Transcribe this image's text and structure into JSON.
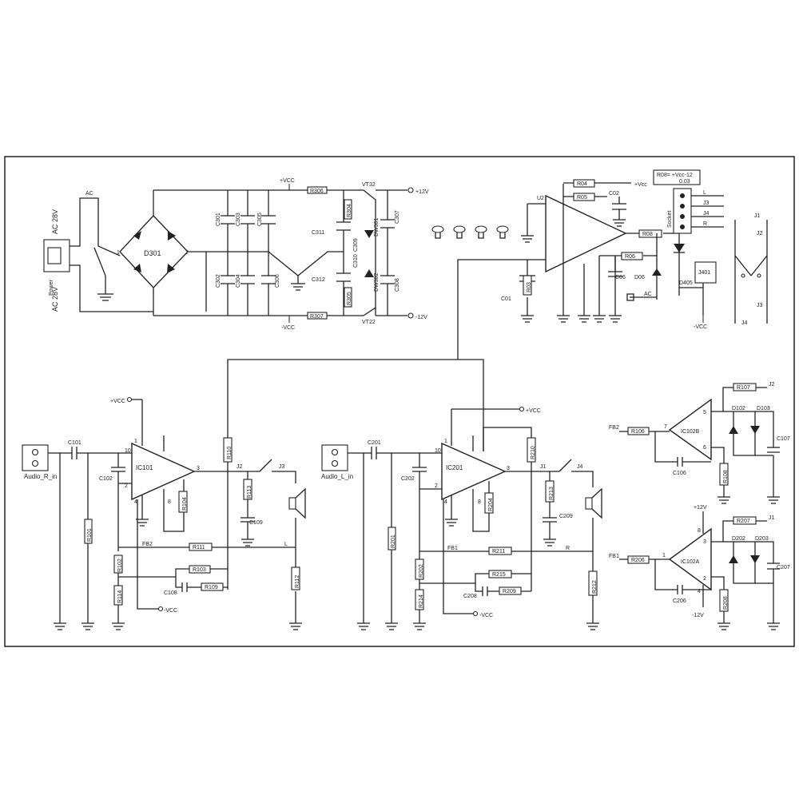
{
  "power": {
    "ac_top": "AC 28V",
    "ac_bottom": "AC 28V",
    "power_label": "Power",
    "ac": "AC",
    "bridge": "D301",
    "pin1": "1",
    "pin2": "2",
    "caps": [
      "C301",
      "C303",
      "C305",
      "C302",
      "C304",
      "C306"
    ],
    "vcc_pos": "+VCC",
    "vcc_neg": "-VCC",
    "r_pos": "R306",
    "r_neg": "R307",
    "trans_pos": "VT32",
    "trans_neg": "VT22",
    "out_pos": "+12V",
    "out_neg": "-12V",
    "c_mid": [
      "C311",
      "C312"
    ],
    "r_mid": [
      "R304",
      "R305"
    ],
    "c_small": [
      "C309",
      "C310"
    ],
    "zener": [
      "DW301",
      "DW302"
    ],
    "c_out": [
      "C307",
      "C308"
    ]
  },
  "protect": {
    "u2": "U2",
    "r_top": [
      "R04",
      "R05"
    ],
    "c_top": "C02",
    "vcc": "+Vcc",
    "r_out": "R08",
    "r_fb": "R06",
    "c_fb": "C06",
    "d_fb": "D06",
    "c_in": "C01",
    "r_in": "R03",
    "ac": "AC",
    "d405": "D405",
    "relay": "J401",
    "vcc_neg": "-VCC",
    "formula_top": "R08=  +Vcc-12",
    "formula_bot": "0.03",
    "relay_pins": [
      "L",
      "J3",
      "J4",
      "R"
    ],
    "socket": "Socket",
    "j_labels": [
      "J1",
      "J2",
      "J3",
      "J4"
    ]
  },
  "left_ch": {
    "input": "Audio_R_in",
    "c_in": "C101",
    "c2": "C102",
    "ic": "IC101",
    "r_in": "R101",
    "r_fb": [
      "R102",
      "R114"
    ],
    "r_out": "R104",
    "r_top": "R110",
    "vcc": "+VCC",
    "vcc_neg": "-VCC",
    "r_zob": "R113",
    "c_zob": "C109",
    "j2": "J2",
    "j3": "J3",
    "fb": "FB2",
    "r111": "R111",
    "l": "L",
    "r103": "R103",
    "r109": "R109",
    "c108": "C108",
    "r112": "R112",
    "pins": [
      "10",
      "3",
      "1",
      "2",
      "4",
      "8"
    ]
  },
  "right_ch": {
    "input": "Audio_L_in",
    "c_in": "C201",
    "c2": "C202",
    "ic": "IC201",
    "r_in": "R201",
    "r_fb": [
      "R202",
      "R214"
    ],
    "r_out": "R204",
    "r_top": "R210",
    "vcc": "+VCC",
    "vcc_neg": "-VCC",
    "r_zob": "R213",
    "c_zob": "C209",
    "j1": "J1",
    "j4": "J4",
    "fb": "FB1",
    "r211": "R211",
    "r": "R",
    "r215": "R215",
    "r209": "R209",
    "c208": "C208",
    "r212": "R212",
    "pins": [
      "10",
      "3",
      "1",
      "2",
      "4",
      "8"
    ]
  },
  "cmp_b": {
    "fb": "FB2",
    "r_in": "R106",
    "ic": "IC102B",
    "c": "C106",
    "r_fb": "R108",
    "r_top": "R107",
    "d1": "D102",
    "d2": "D103",
    "c_out": "C107",
    "j": "J2",
    "pins": [
      "7",
      "5",
      "6"
    ]
  },
  "cmp_a": {
    "fb": "FB1",
    "r_in": "R206",
    "ic": "IC102A",
    "c": "C206",
    "r_fb": "R208",
    "r_top": "R207",
    "d1": "D202",
    "d2": "D203",
    "c_out": "C207",
    "j": "J1",
    "vpos": "+12V",
    "vneg": "-12V",
    "pins": [
      "1",
      "3",
      "2",
      "8",
      "4"
    ]
  }
}
